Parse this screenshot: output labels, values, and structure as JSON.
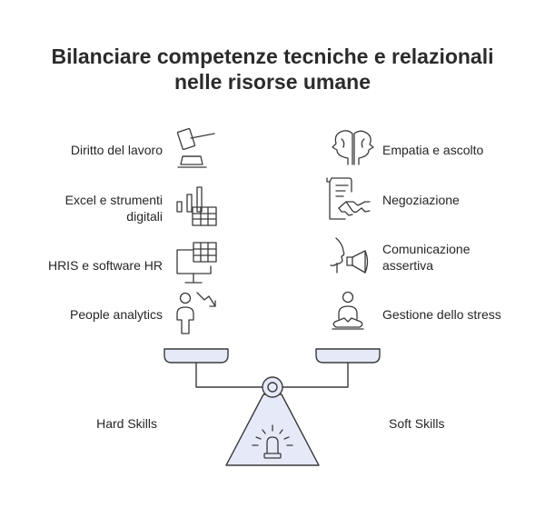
{
  "title": {
    "line1": "Bilanciare competenze tecniche e relazionali",
    "line2": "nelle risorse umane"
  },
  "hard_skills": {
    "label": "Hard Skills",
    "items": [
      {
        "label": "Diritto del lavoro",
        "icon": "gavel-icon"
      },
      {
        "label_line1": "Excel e strumenti",
        "label_line2": "digitali",
        "icon": "spreadsheet-chart-icon"
      },
      {
        "label": "HRIS e software HR",
        "icon": "computer-spreadsheet-icon"
      },
      {
        "label": "People analytics",
        "icon": "person-trend-icon"
      }
    ]
  },
  "soft_skills": {
    "label": "Soft Skills",
    "items": [
      {
        "label": "Empatia e ascolto",
        "icon": "two-heads-icon"
      },
      {
        "label": "Negoziazione",
        "icon": "handshake-document-icon"
      },
      {
        "label_line1": "Comunicazione",
        "label_line2": "assertiva",
        "icon": "speaker-megaphone-icon"
      },
      {
        "label": "Gestione dello stress",
        "icon": "meditation-icon"
      }
    ]
  },
  "colors": {
    "pan_fill": "#e6eaf8",
    "stroke": "#3a3a3a",
    "text": "#262626"
  }
}
